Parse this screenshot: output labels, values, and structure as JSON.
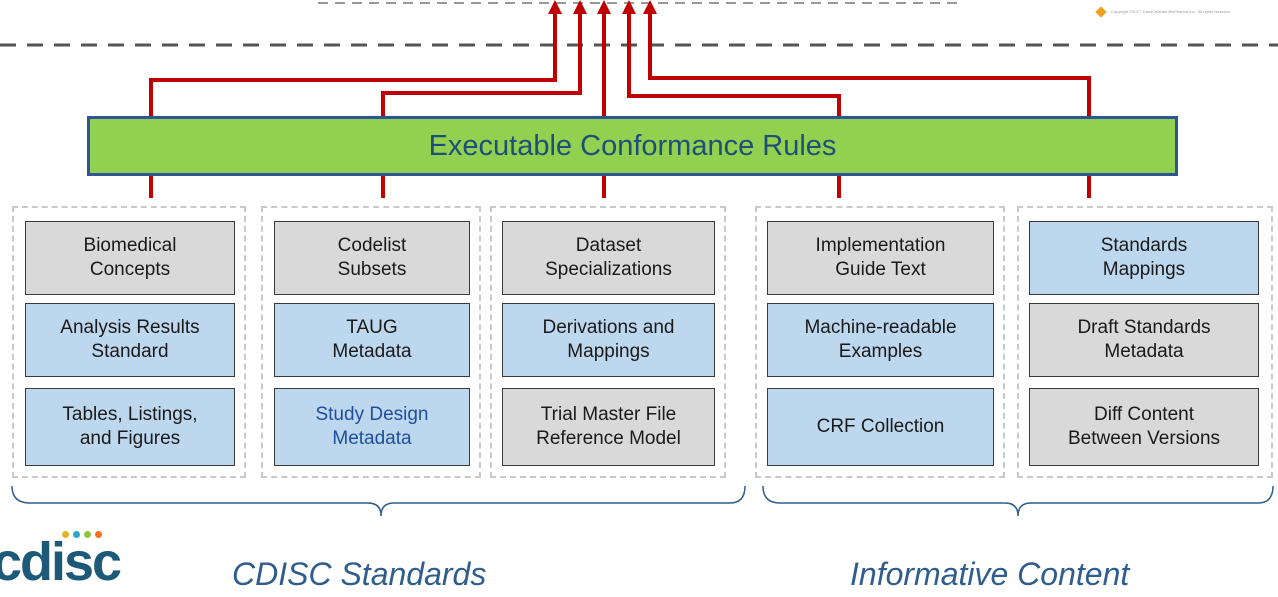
{
  "copyright": "Copyright ©2017 TransCelerate BioPharma Inc., All rights reserved.",
  "banner": {
    "label": "Executable Conformance Rules"
  },
  "columns": [
    {
      "cards": [
        {
          "label": "Biomedical\nConcepts",
          "style": "gray"
        },
        {
          "label": "Analysis Results\nStandard",
          "style": "blue"
        },
        {
          "label": "Tables, Listings,\nand Figures",
          "style": "blue"
        }
      ]
    },
    {
      "cards": [
        {
          "label": "Codelist\nSubsets",
          "style": "gray"
        },
        {
          "label": "TAUG\nMetadata",
          "style": "blue"
        },
        {
          "label": "Study Design\nMetadata",
          "style": "blue"
        }
      ]
    },
    {
      "cards": [
        {
          "label": "Dataset\nSpecializations",
          "style": "gray"
        },
        {
          "label": "Derivations and\nMappings",
          "style": "blue"
        },
        {
          "label": "Trial Master File\nReference Model",
          "style": "gray"
        }
      ]
    },
    {
      "cards": [
        {
          "label": "Implementation\nGuide Text",
          "style": "gray"
        },
        {
          "label": "Machine-readable\nExamples",
          "style": "blue"
        },
        {
          "label": "CRF Collection",
          "style": "blue"
        }
      ]
    },
    {
      "cards": [
        {
          "label": "Standards\nMappings",
          "style": "blue"
        },
        {
          "label": "Draft Standards\nMetadata",
          "style": "gray"
        },
        {
          "label": "Diff Content\nBetween Versions",
          "style": "gray"
        }
      ]
    }
  ],
  "brace_labels": {
    "left": "CDISC Standards",
    "right": "Informative Content"
  },
  "logo": {
    "text": "cdisc"
  },
  "colors": {
    "wire": "#c00000",
    "banner_fill": "#92d050",
    "banner_border": "#2f5597",
    "card_gray": "#d9d9d9",
    "card_blue": "#bdd7ee",
    "brace": "#2f5d8c",
    "dashed_line": "#555555"
  }
}
